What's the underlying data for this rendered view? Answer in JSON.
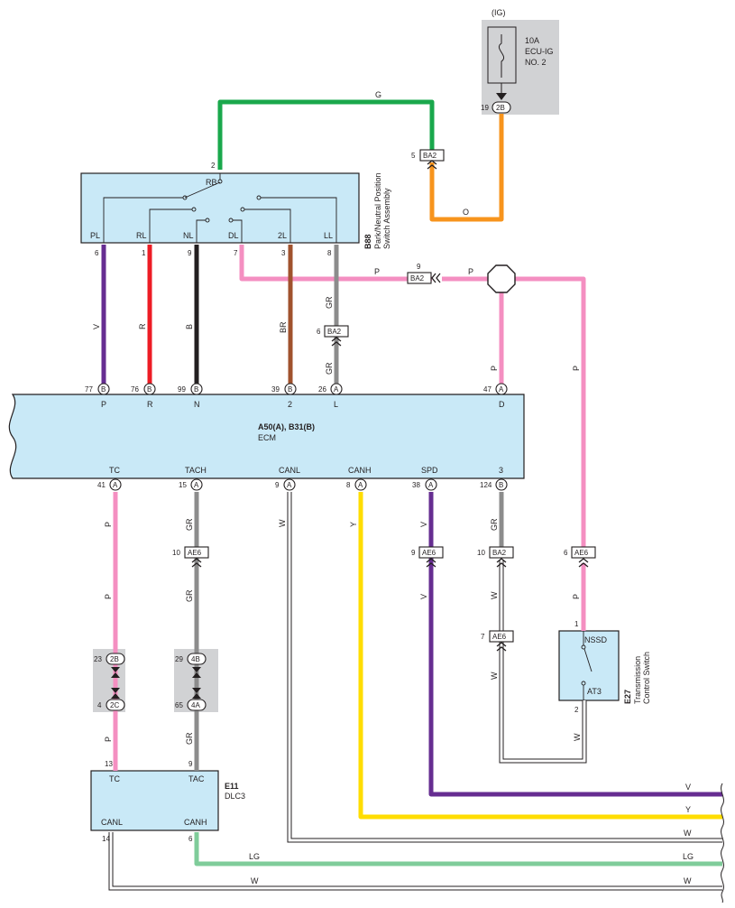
{
  "colors": {
    "G": "#1aa84c",
    "O": "#f7941d",
    "P": "#f48fc1",
    "V": "#662d91",
    "R": "#ed1c24",
    "B": "#231f20",
    "BR": "#a0522d",
    "GR": "#8c8c8c",
    "Y": "#ffdd00",
    "LG": "#7fcc9a",
    "W": "#ffffff",
    "box": "#c9e9f7",
    "gray": "#d1d2d4"
  },
  "power": {
    "ig": "(IG)",
    "fuse_lines": [
      "10A",
      "ECU-IG",
      "NO. 2"
    ],
    "pin": "19",
    "conn": "2B"
  },
  "switch_b88": {
    "code": "B88",
    "name_lines": [
      "Park/Neutral Position",
      "Switch Assembly"
    ],
    "terms": [
      "PL",
      "RL",
      "NL",
      "DL",
      "2L",
      "LL"
    ],
    "pins": [
      "6",
      "1",
      "9",
      "7",
      "3",
      "8"
    ],
    "rb_label": "RB",
    "rb_pin": "2"
  },
  "ecm": {
    "title": "A50(A), B31(B)",
    "name": "ECM",
    "top_terms": [
      "P",
      "R",
      "N",
      "2",
      "L",
      "D"
    ],
    "top_pins": [
      "77",
      "76",
      "99",
      "39",
      "26",
      "47"
    ],
    "top_conns": [
      "B",
      "B",
      "B",
      "B",
      "A",
      "A"
    ],
    "bottom_terms": [
      "TC",
      "TACH",
      "CANL",
      "CANH",
      "SPD",
      "3"
    ],
    "bottom_pins": [
      "41",
      "15",
      "9",
      "8",
      "38",
      "124"
    ],
    "bottom_conns": [
      "A",
      "A",
      "A",
      "A",
      "A",
      "B"
    ]
  },
  "dlc3": {
    "code": "E11",
    "name": "DLC3",
    "terms": [
      "TC",
      "TAC",
      "CANL",
      "CANH"
    ],
    "pins": [
      "13",
      "9",
      "14",
      "6"
    ]
  },
  "tcs_e27": {
    "code": "E27",
    "name_lines": [
      "Transmission",
      "Control Switch"
    ],
    "terms": [
      "NSSD",
      "AT3"
    ],
    "pins": [
      "1",
      "2"
    ]
  },
  "connectors": {
    "ba2_g": {
      "pin": "5",
      "name": "BA2"
    },
    "ba2_p": {
      "pin": "9",
      "name": "BA2"
    },
    "ba2_gr": {
      "pin": "6",
      "name": "BA2"
    },
    "ae6_tach": {
      "pin": "10",
      "name": "AE6"
    },
    "ae6_spd": {
      "pin": "9",
      "name": "AE6"
    },
    "ba2_3": {
      "pin": "10",
      "name": "BA2"
    },
    "ae6_w": {
      "pin": "7",
      "name": "AE6"
    },
    "ae6_d": {
      "pin": "6",
      "name": "AE6"
    },
    "j2b": {
      "pin": "23",
      "name": "2B"
    },
    "j2c": {
      "pin": "4",
      "name": "2C"
    },
    "j4b": {
      "pin": "29",
      "name": "4B"
    },
    "j4a": {
      "pin": "65",
      "name": "4A"
    }
  },
  "wire_labels": {
    "g_top": "G",
    "o": "O",
    "p_top1": "P",
    "p_top2": "P",
    "v_pl": "V",
    "r_rl": "R",
    "b_nl": "B",
    "br_2l": "BR",
    "gr_ll1": "GR",
    "gr_ll2": "GR",
    "p_d": "P",
    "p_right": "P",
    "p_tc1": "P",
    "p_tc2": "P",
    "p_tc3": "P",
    "gr_tach1": "GR",
    "gr_tach2": "GR",
    "gr_tach3": "GR",
    "w_canl": "W",
    "y_canh": "Y",
    "v_spd1": "V",
    "v_spd2": "V",
    "gr_3": "GR",
    "w_3a": "W",
    "w_3b": "W",
    "p_e27": "P",
    "w_e27": "W",
    "v_out": "V",
    "y_out": "Y",
    "w_out1": "W",
    "lg_mid": "LG",
    "lg_out": "LG",
    "w_mid": "W",
    "w_out2": "W"
  }
}
